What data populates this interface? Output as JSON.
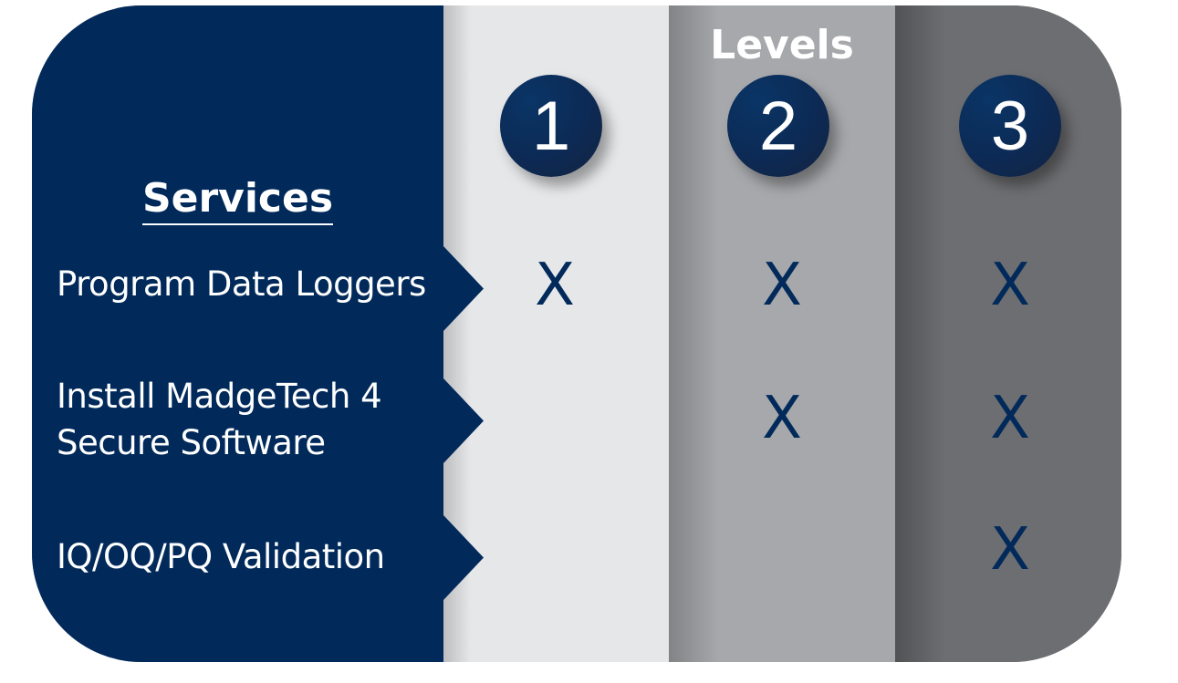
{
  "header": {
    "services_title": "Services",
    "levels_title": "Levels"
  },
  "levels": [
    {
      "number": "1",
      "column_color": "#e6e7e9"
    },
    {
      "number": "2",
      "column_color": "#a7a8ab"
    },
    {
      "number": "3",
      "column_color": "#6d6e71"
    }
  ],
  "services": [
    {
      "label_line1": "Program Data Loggers",
      "label_line2": "",
      "level1": "X",
      "level2": "X",
      "level3": "X"
    },
    {
      "label_line1": "Install MadgeTech 4",
      "label_line2": "Secure Software",
      "level1": "",
      "level2": "X",
      "level3": "X"
    },
    {
      "label_line1": "IQ/OQ/PQ Validation",
      "label_line2": "",
      "level1": "",
      "level2": "",
      "level3": "X"
    }
  ],
  "colors": {
    "navy": "#012a5b",
    "text_on_navy": "#ffffff",
    "check_mark": "#012a5b"
  }
}
